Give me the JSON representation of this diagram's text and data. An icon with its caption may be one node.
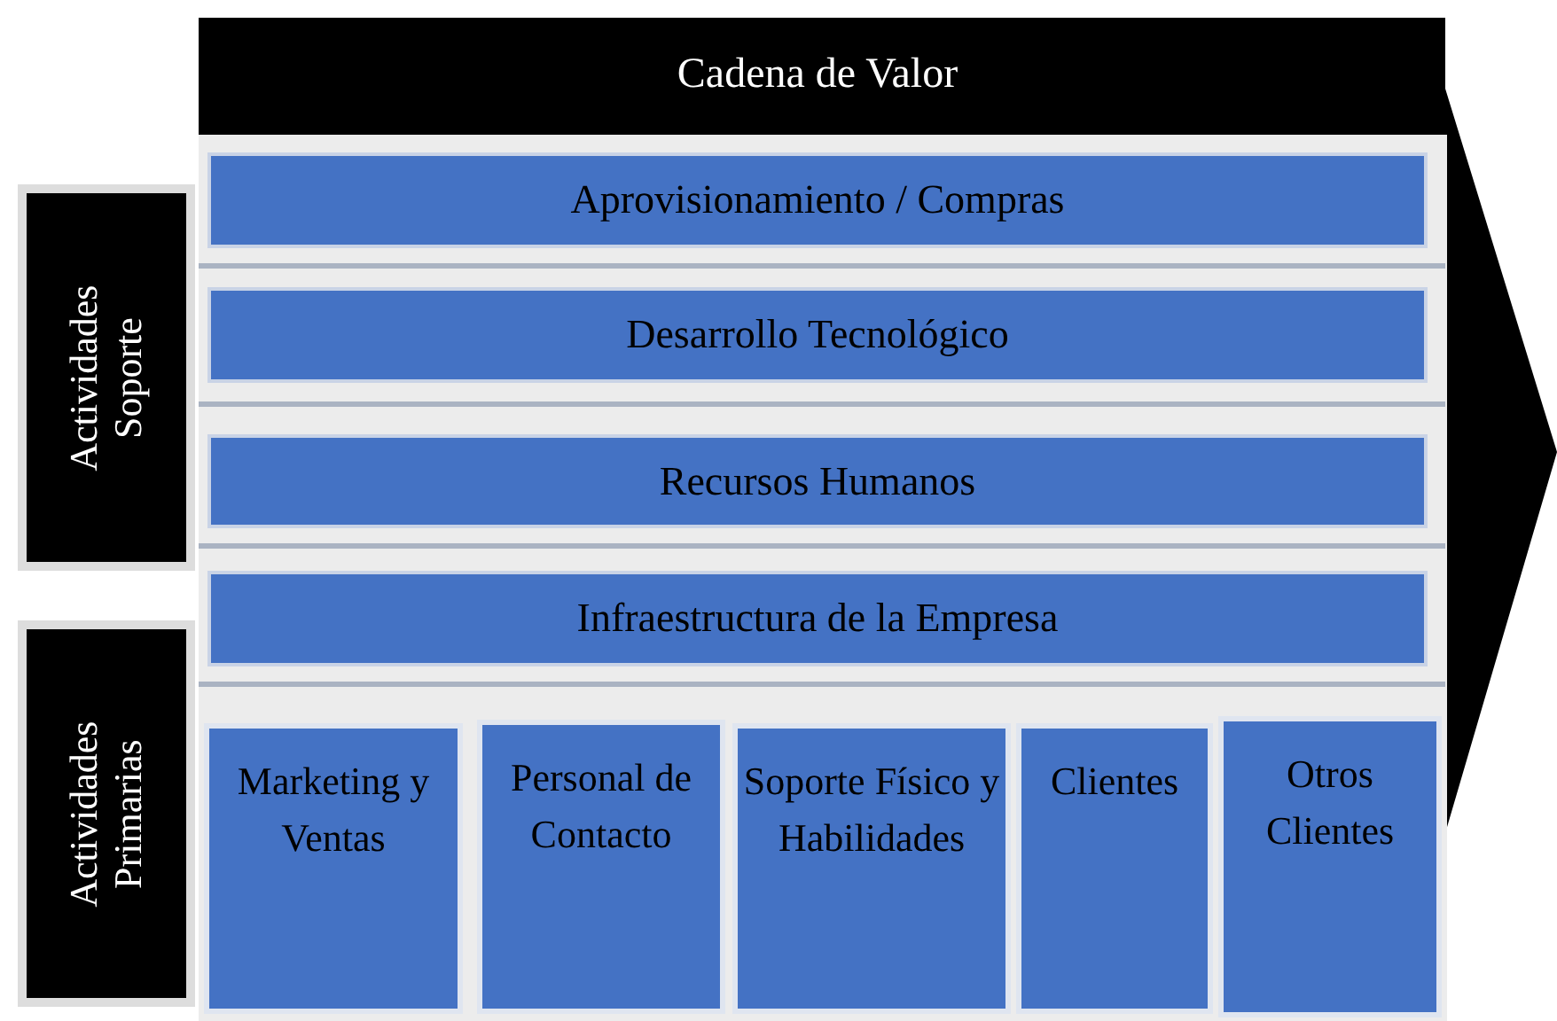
{
  "diagram": {
    "nodes": [
      {
        "text": [
          "Cadena de Valor"
        ]
      },
      {
        "text": [
          "Actividades Soporte"
        ]
      },
      {
        "text": [
          "Aprovisionamiento / Compras"
        ]
      },
      {
        "text": [
          "Desarrollo Tecnológico"
        ]
      },
      {
        "text": [
          "Recursos Humanos"
        ]
      },
      {
        "text": [
          "Infraestructura de la Empresa"
        ]
      },
      {
        "text": [
          "Actividades Primarias"
        ]
      },
      {
        "text": [
          "Marketing y Ventas"
        ]
      },
      {
        "text": [
          "Personal de Contacto"
        ]
      },
      {
        "text": [
          "Soporte Físico y Habilidades"
        ]
      },
      {
        "text": [
          "Clientes"
        ]
      },
      {
        "text": [
          "Otros Clientes"
        ]
      }
    ],
    "edges": []
  }
}
